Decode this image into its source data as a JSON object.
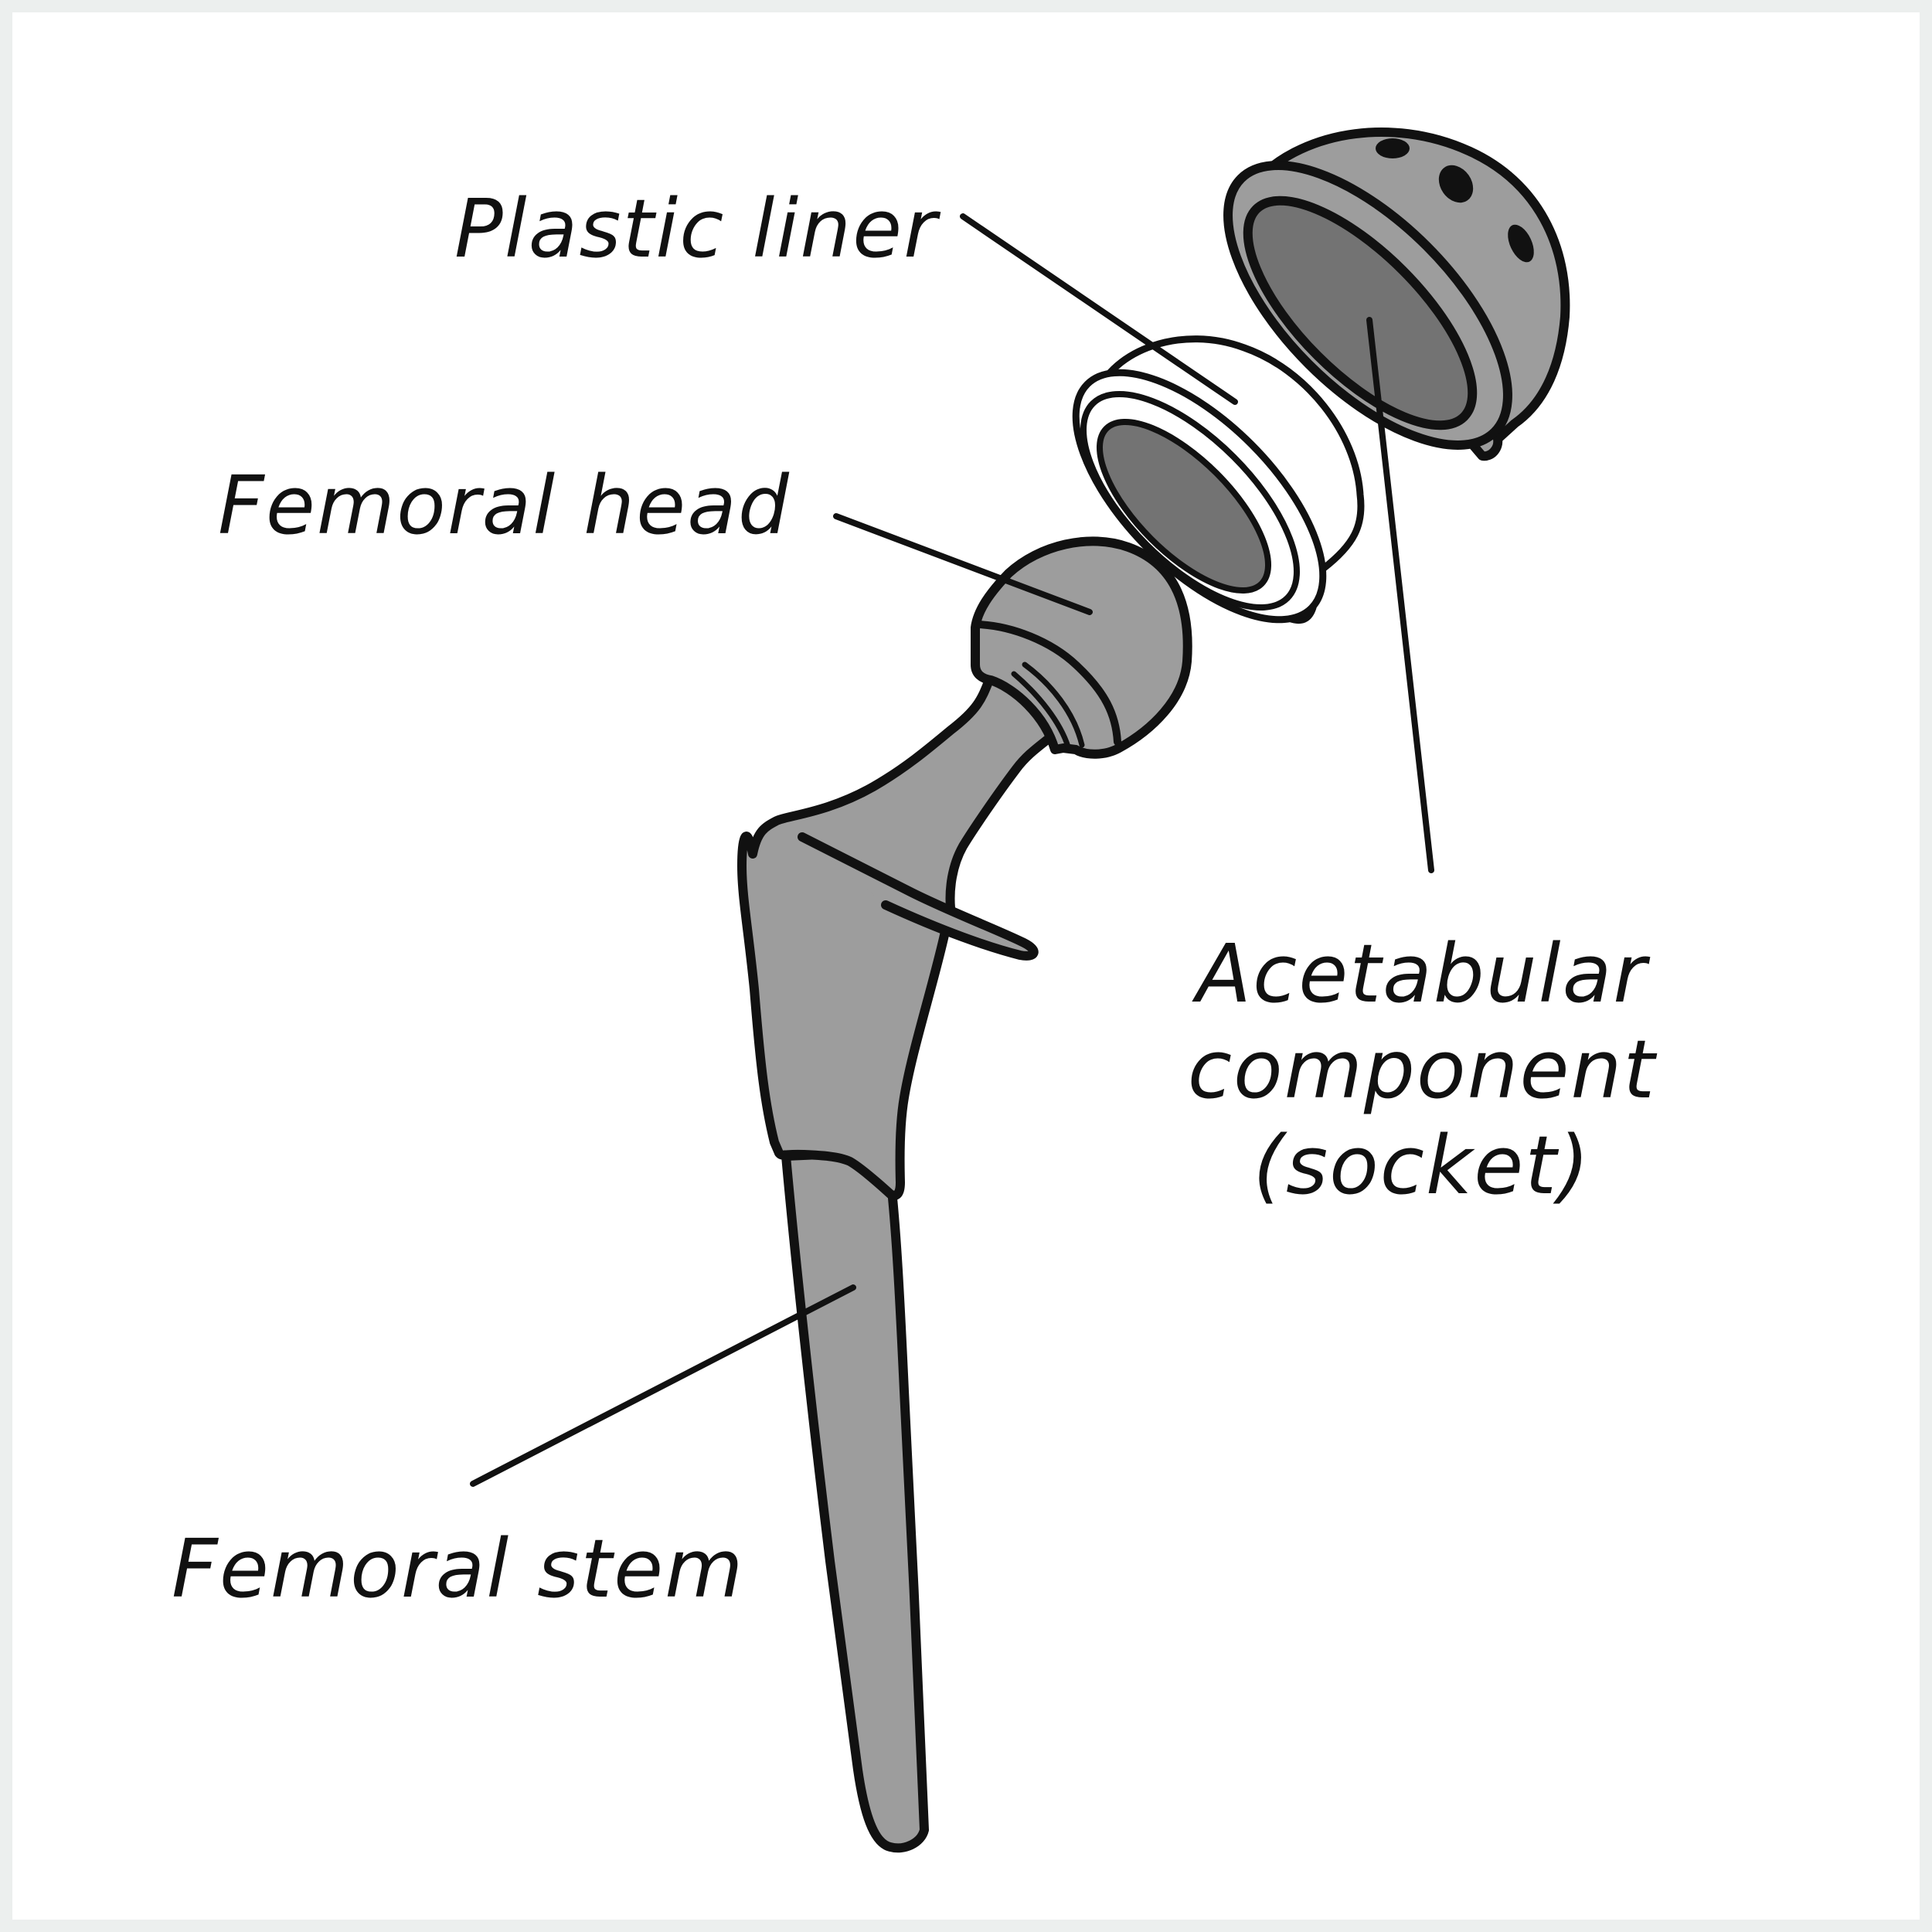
{
  "diagram": {
    "labels": {
      "plastic_liner": "Plastic liner",
      "femoral_head": "Femoral head",
      "acetabular_line1": "Acetabular",
      "acetabular_line2": "component",
      "acetabular_line3": "(socket)",
      "femoral_stem": "Femoral stem"
    },
    "colors": {
      "background": "#ffffff",
      "frame": "#ecefee",
      "metal": "#9d9d9d",
      "cavity": "#737373",
      "liner": "#ffffff",
      "outline": "#111111"
    }
  }
}
